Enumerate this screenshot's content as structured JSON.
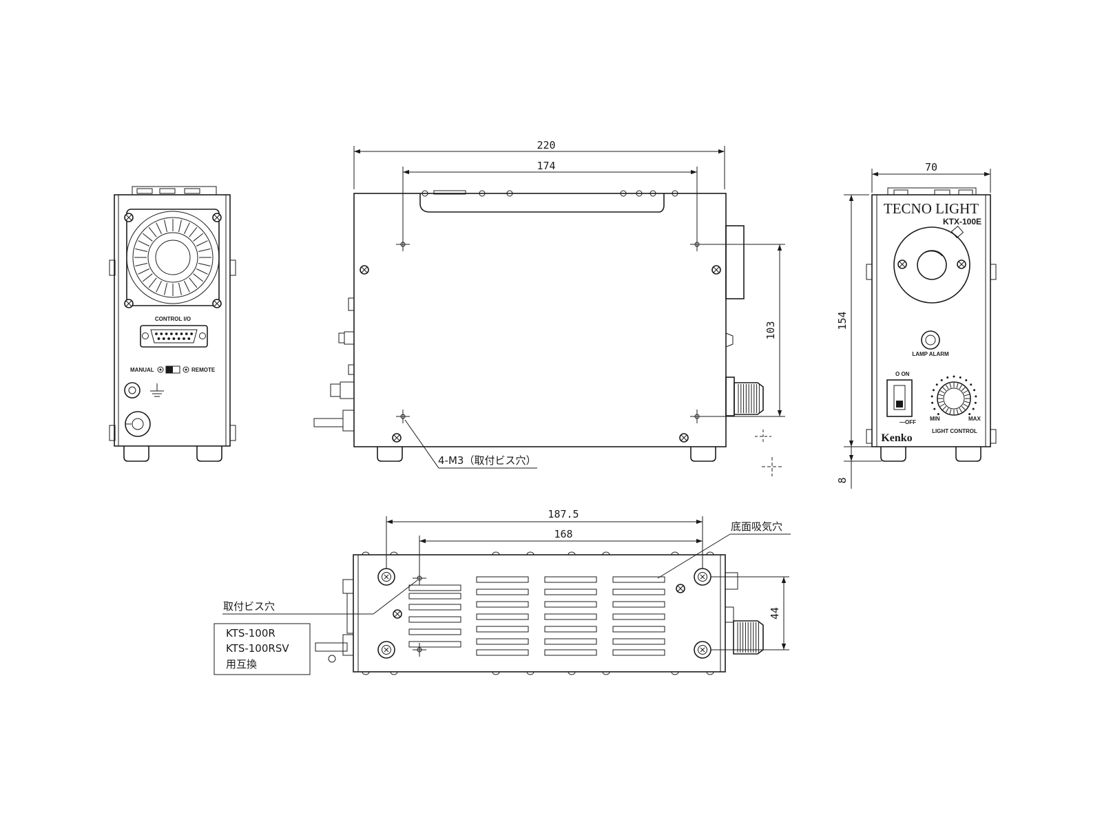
{
  "dimensions": {
    "width_220": "220",
    "hole_174": "174",
    "width_70": "70",
    "height_154": "154",
    "foot_8": "8",
    "hole_103": "103",
    "depth_187_5": "187.5",
    "hole_168": "168",
    "hole_44": "44"
  },
  "callouts": {
    "screw_holes_4m3": "4-M3（取付ビス穴）",
    "bottom_intake": "底面吸気穴",
    "mount_screw_hole": "取付ビス穴"
  },
  "compat_box": {
    "line1": "KTS-100R",
    "line2": "KTS-100RSV",
    "line3": "用互換"
  },
  "rear_panel": {
    "control_io": "CONTROL I/O",
    "manual": "MANUAL",
    "remote": "REMOTE"
  },
  "front_panel": {
    "brand": "TECNO LIGHT",
    "model": "KTX-100E",
    "lamp_alarm": "LAMP ALARM",
    "switch_on": "O ON",
    "switch_off": "—OFF",
    "min": "MIN",
    "max": "MAX",
    "light_control": "LIGHT CONTROL",
    "maker": "Kenko"
  }
}
